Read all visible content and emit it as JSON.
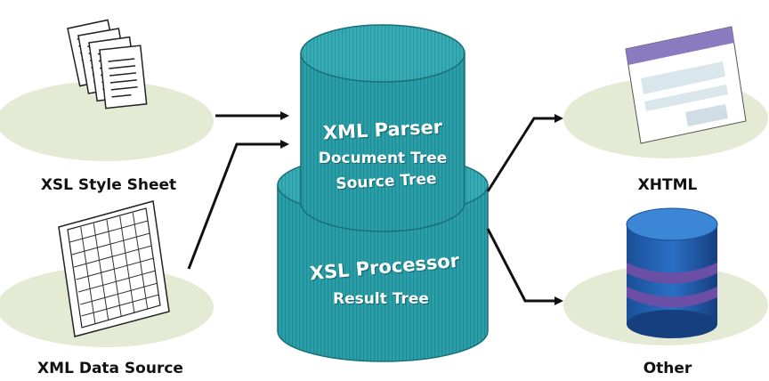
{
  "inputs": {
    "stylesheet_label": "XSL Style Sheet",
    "datasource_label": "XML Data Source"
  },
  "parser": {
    "title": "XML Parser",
    "line1": "Document Tree",
    "line2": "Source Tree"
  },
  "processor": {
    "title": "XSL Processor",
    "line1": "Result Tree"
  },
  "outputs": {
    "xhtml_label": "XHTML",
    "other_label": "Other"
  },
  "colors": {
    "cylinder": "#2a9fa9",
    "cylinder_dark": "#1d7f88",
    "cylinder_top": "#3fb2bb",
    "ellipse_bg": "#e4ead3",
    "browser_accent": "#8a7bc0",
    "database": "#1f5fb0",
    "database_band": "#6b4fa6"
  }
}
